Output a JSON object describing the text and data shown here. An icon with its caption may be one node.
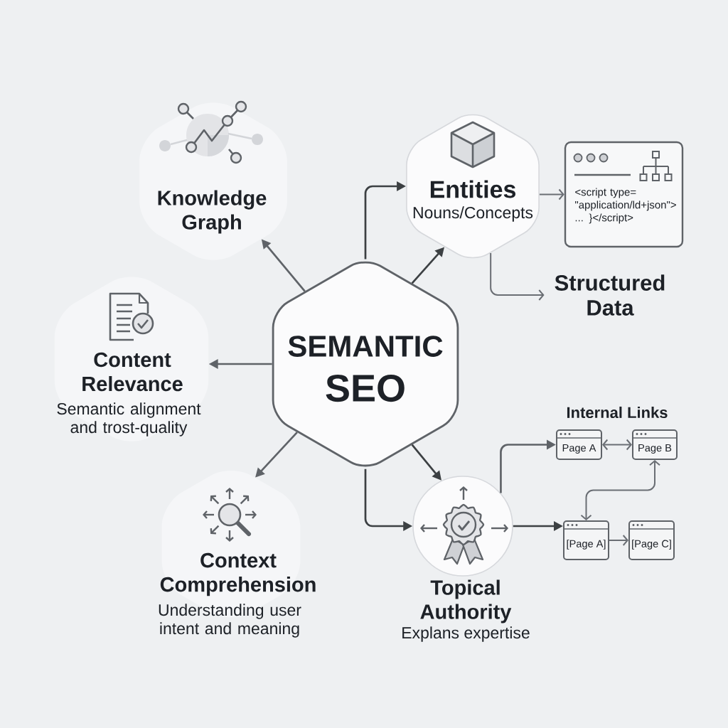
{
  "diagram": {
    "nodes": [
      {
        "text": [
          "SEMANTIC",
          "SEO"
        ]
      },
      {
        "text": [
          "Knowledge Graph"
        ]
      },
      {
        "text": [
          "Entities",
          "Nouns/Concepts"
        ]
      },
      {
        "text": [
          "<script type= \"application/ld+json\"> ... }</script>"
        ]
      },
      {
        "text": [
          "Structured Data"
        ]
      },
      {
        "text": [
          "Content Relevance",
          "Semantic alignment and trost-quality"
        ]
      },
      {
        "text": [
          "Context Comprehension",
          "Understanding user intent and meaning"
        ]
      },
      {
        "text": [
          "Topical Authority",
          "Explans expertise"
        ]
      },
      {
        "text": [
          "Page A"
        ]
      },
      {
        "text": [
          "Page B"
        ]
      },
      {
        "text": [
          "[Page A]"
        ]
      },
      {
        "text": [
          "[Page C]"
        ]
      }
    ],
    "edges": [
      {
        "from": 0,
        "to": 1,
        "arrow": "to"
      },
      {
        "from": 0,
        "to": 2,
        "arrow": "to",
        "color": "#3c4043"
      },
      {
        "from": 0,
        "to": 2,
        "arrow": "to",
        "color": "#3c4043"
      },
      {
        "from": 2,
        "to": 3,
        "arrow": "to"
      },
      {
        "from": 2,
        "to": 4,
        "arrow": "to"
      },
      {
        "from": 0,
        "to": 5,
        "arrow": "to"
      },
      {
        "from": 0,
        "to": 6,
        "arrow": "to"
      },
      {
        "from": 0,
        "to": 7,
        "arrow": "to",
        "color": "#3c4043"
      },
      {
        "from": 0,
        "to": 7,
        "arrow": "to",
        "color": "#3c4043"
      },
      {
        "from": 7,
        "to": 8,
        "arrow": "to"
      },
      {
        "from": 7,
        "to": 10,
        "arrow": "to",
        "color": "#3c4043"
      },
      {
        "from": 8,
        "to": 9,
        "arrow": "both"
      },
      {
        "from": 9,
        "to": 10,
        "arrow": "both"
      },
      {
        "from": 10,
        "to": 11,
        "arrow": "to"
      }
    ],
    "labels": [
      "Internal Links"
    ]
  }
}
